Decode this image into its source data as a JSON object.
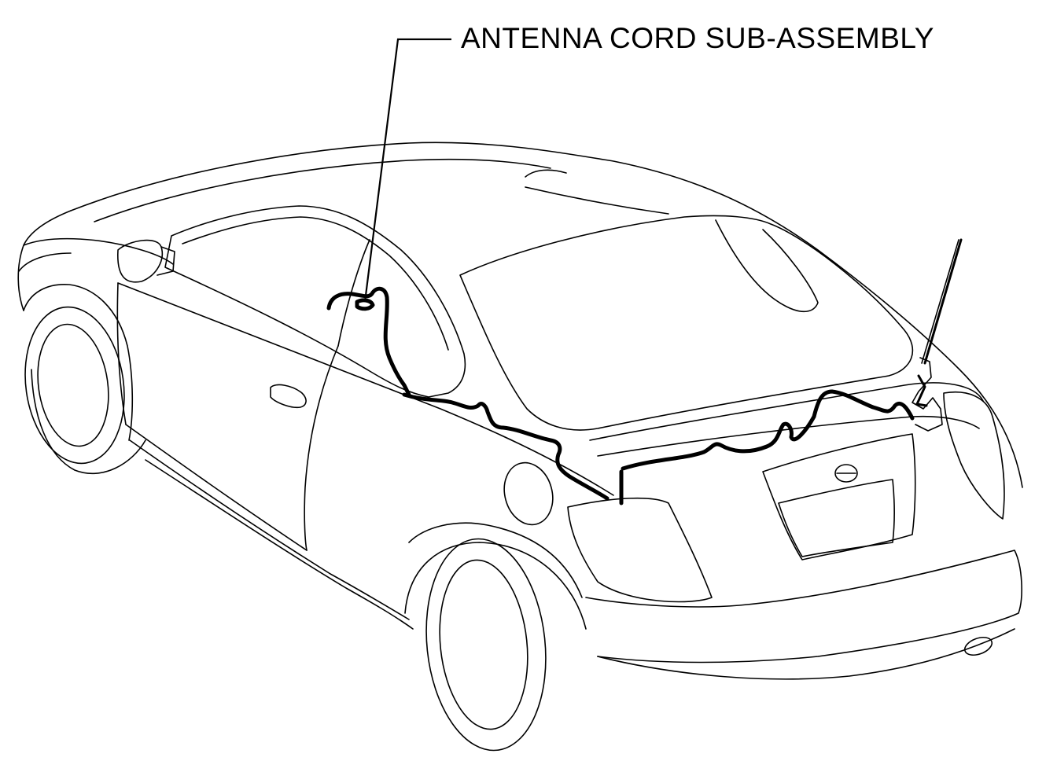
{
  "diagram": {
    "callout": {
      "label": "ANTENNA CORD SUB-ASSEMBLY",
      "target": "antenna-cord"
    },
    "parts": [
      {
        "name": "car-body",
        "kind": "outline"
      },
      {
        "name": "antenna-cord",
        "kind": "harness"
      },
      {
        "name": "rear-antenna-mast",
        "kind": "component"
      }
    ],
    "colors": {
      "line": "#000000",
      "background": "#ffffff"
    }
  }
}
